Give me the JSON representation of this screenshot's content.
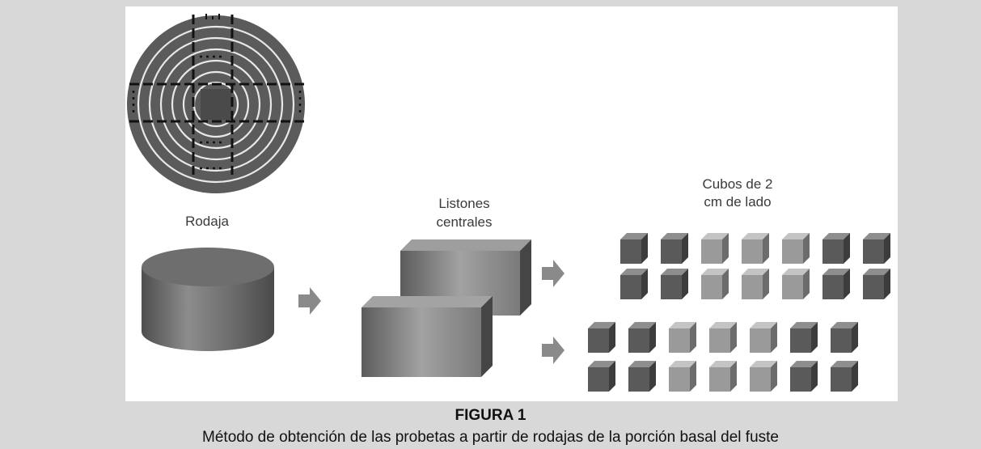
{
  "labels": {
    "rodaja": "Rodaja",
    "listones_line1": "Listones",
    "listones_line2": "centrales",
    "cubos_line1": "Cubos de 2",
    "cubos_line2": "cm de lado"
  },
  "caption": {
    "title": "FIGURA 1",
    "text": "Método de obtención de las probetas a partir de rodajas de la porción basal del fuste"
  },
  "colors": {
    "background": "#d8d8d8",
    "panel": "#ffffff",
    "shape_dark": "#5a5a5a",
    "shape_light": "#9a9a9a",
    "arrow": "#8a8a8a"
  },
  "cube_shades": [
    "dark",
    "dark",
    "light",
    "light",
    "light",
    "dark",
    "dark"
  ]
}
